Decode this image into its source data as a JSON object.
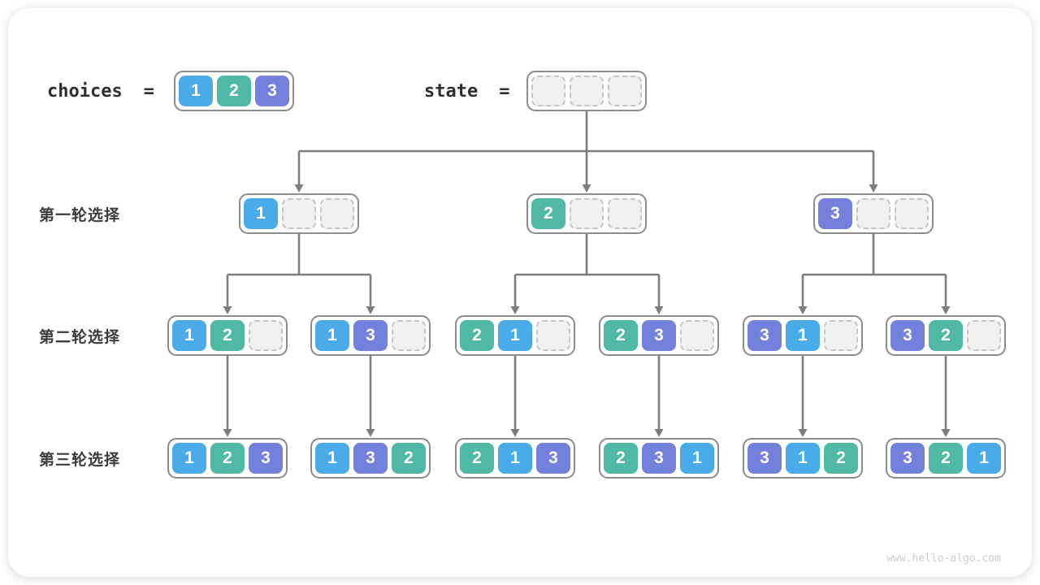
{
  "watermark": "www.hello-algo.com",
  "colors": {
    "c1": "#49ACE9",
    "c2": "#4FB9A5",
    "c3": "#7380DC",
    "line": "#7d7d7d",
    "node_border": "#8c8c8c"
  },
  "header": {
    "choices_label": "choices",
    "choices_equals": "=",
    "choices_values": [
      1,
      2,
      3
    ],
    "state_label": "state",
    "state_equals": "=",
    "state_values": [
      null,
      null,
      null
    ]
  },
  "rows": [
    {
      "label": "第一轮选择",
      "nodes": [
        [
          1,
          null,
          null
        ],
        [
          2,
          null,
          null
        ],
        [
          3,
          null,
          null
        ]
      ]
    },
    {
      "label": "第二轮选择",
      "nodes": [
        [
          1,
          2,
          null
        ],
        [
          1,
          3,
          null
        ],
        [
          2,
          1,
          null
        ],
        [
          2,
          3,
          null
        ],
        [
          3,
          1,
          null
        ],
        [
          3,
          2,
          null
        ]
      ]
    },
    {
      "label": "第三轮选择",
      "nodes": [
        [
          1,
          2,
          3
        ],
        [
          1,
          3,
          2
        ],
        [
          2,
          1,
          3
        ],
        [
          2,
          3,
          1
        ],
        [
          3,
          1,
          2
        ],
        [
          3,
          2,
          1
        ]
      ]
    }
  ],
  "connections": {
    "level1": {
      "parent": "state",
      "children": [
        0,
        1,
        2
      ]
    },
    "level2": [
      [
        0,
        [
          0,
          1
        ]
      ],
      [
        1,
        [
          2,
          3
        ]
      ],
      [
        2,
        [
          4,
          5
        ]
      ]
    ],
    "level3": [
      [
        0,
        0
      ],
      [
        1,
        1
      ],
      [
        2,
        2
      ],
      [
        3,
        3
      ],
      [
        4,
        4
      ],
      [
        5,
        5
      ]
    ]
  }
}
